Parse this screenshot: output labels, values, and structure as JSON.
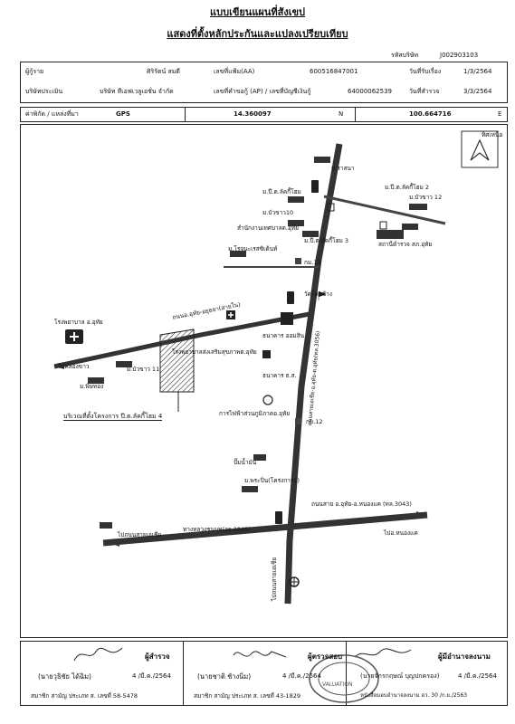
{
  "header": {
    "title1": "แบบเขียนแผนที่สังเขป",
    "title2": "แสดงที่ตั้งหลักประกันและแปลงเปรียบเทียบ",
    "ref_label": "รหัสบริษัท",
    "ref_value": "J002903103"
  },
  "info": {
    "owner_label": "ผู้กู้ราย",
    "owner_value": "ศิริรัตน์ สมดี",
    "file_label": "เลขที่แฟ้ม(AA)",
    "file_value": "600516847001",
    "recv_label": "วันที่รับเรื่อง",
    "recv_value": "1/3/2564",
    "company_label": "บริษัทประเมิน",
    "company_value": "บริษัท ทีเอฟเวลูเอชั่น จำกัด",
    "ap_label": "เลขที่คำขอกู้ (AP) / เลขที่บัญชีเงินกู้",
    "ap_value": "64000062539",
    "survey_label": "วันที่สำรวจ",
    "survey_value": "3/3/2564"
  },
  "coords": {
    "label": "ค่าพิกัด / แหล่งที่มา",
    "source": "GPS",
    "lat": "14.360097",
    "lat_dir": "N",
    "lon": "100.664716",
    "lon_dir": "E"
  },
  "map": {
    "north": "ทิศเหนือ",
    "labels": {
      "m_rasana": "ม.ราสนา",
      "m_pithak1": "ม.ปี.ต.ลัคกี้โฮม",
      "m_pithak2": "ม.ปี.ต.ลัคกี้โฮม 2",
      "m_buakhao10": "ม.บัวขาว10",
      "m_buakhao12": "ม.บัวขาว 12",
      "land_office": "สำนักงานเทศบาลต.อุทัย",
      "m_pithak3": "ม.ปี.ต.ลัคกี้โฮม 3",
      "police": "สถานีตำรวจ สภ.อุทัย",
      "m_rojana": "ม.โรจนะเรสซิเด้นท์",
      "km13": "กม.13",
      "wat": "วัดโคกช้าง",
      "hospital": "โรงพยาบาล อ.อุทัย",
      "road_uthai": "ถนนอ.อุทัย-อยุธยา(สายใน)",
      "school": "โรงพยาบาลส่งเสริมสุขภาพต.อุทัย",
      "bank1": "ธนาคาร ออมสิน",
      "bank2": "ธนาคาร ธ.ส.",
      "pipe": "ไปคลองขาว",
      "m_buakhao11": "ม.บัวขาว 11",
      "m_phithong": "ม.พิษทอง",
      "location": "บริเวณที่ตั้งโครงการ ปี.ต.ลัคกี้โฮม 4",
      "temple2": "การไฟฟ้าส่วนภูมิภาคอ.อุทัย",
      "km12": "กม.12",
      "road_main": "ถนนสายเอเชีย-อ.อุทัย-ต.อุทัย(ทล.3056)",
      "pump": "ปั๊มน้ำมัน",
      "m_phrapin": "ม.พระปิ่น(โครงการ1)",
      "road_bottom": "ถนนสาย อ.อุทัย-อ.หนองแค (ทล.3043)",
      "to_ayutthaya": "ไปถนนสายเอเชีย",
      "road_bottom2": "ทางหลวงชนบท(อย.2045)",
      "to_nongkhae": "ไปอ.หนองแค",
      "to_wangnoi": "ไปถนนสายเอเชีย"
    }
  },
  "footer": {
    "surveyor_label": "ผู้สำรวจ",
    "surveyor_name": "(นายวุธิชัย ได้ฉิม)",
    "surveyor_date": "4 /มี.ค./2564",
    "surveyor_member": "สมาชิก สามัญ  ประเภท  ส. เลขที่ 58-5478",
    "checker_label": "ผู้ตรวจสอบ",
    "checker_name": "(นายชาติ ช้างนิ่ม)",
    "checker_date": "4 /มี.ค./2564",
    "checker_member": "สมาชิก สามัญ  ประเภท  ส. เลขที่ 43-1829",
    "auth_label": "ผู้มีอำนาจลงนาม",
    "auth_name": "(นายจักรกฤษณ์ บุญปกครอง)",
    "auth_date": "4 /มี.ค./2564",
    "auth_member": "หนังสือมอบอำนาจลงนาม อว. 30 /ก.ย./2563",
    "stamp_text": "VALUATION"
  }
}
